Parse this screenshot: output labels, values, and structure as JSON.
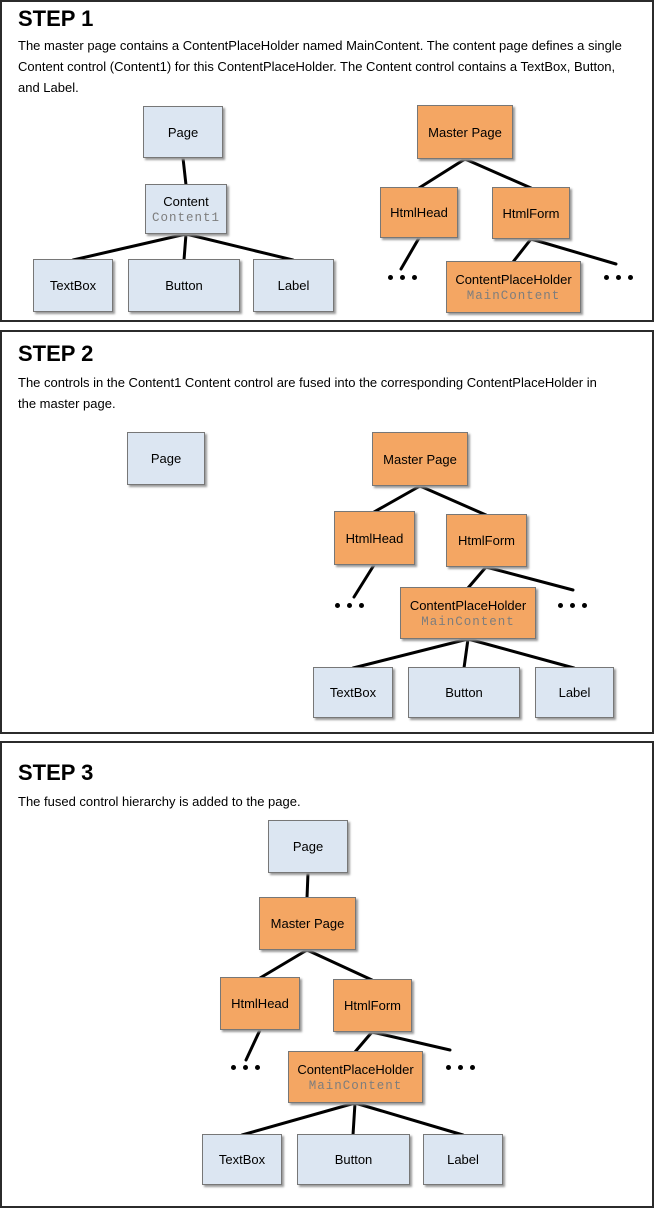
{
  "colors": {
    "content_fill": "#dce6f2",
    "master_fill": "#f4a663",
    "box_border": "#777777",
    "connector": "#000000",
    "code_text": "#7d7d7d"
  },
  "panels": [
    {
      "heading": "STEP 1",
      "description": "The master page contains a ContentPlaceHolder named MainContent. The content page defines a single Content control (Content1) for this ContentPlaceHolder. The Content control contains a TextBox, Button, and Label.",
      "nodes": {
        "page": "Page",
        "content": "Content",
        "content_name": "Content1",
        "textbox": "TextBox",
        "button": "Button",
        "label": "Label",
        "master": "Master Page",
        "htmlhead": "HtmlHead",
        "htmlform": "HtmlForm",
        "cph": "ContentPlaceHolder",
        "cph_name": "MainContent"
      }
    },
    {
      "heading": "STEP 2",
      "description": "The controls in the Content1 Content control are fused into the corresponding ContentPlaceHolder in the master page.",
      "nodes": {
        "page": "Page",
        "master": "Master Page",
        "htmlhead": "HtmlHead",
        "htmlform": "HtmlForm",
        "cph": "ContentPlaceHolder",
        "cph_name": "MainContent",
        "textbox": "TextBox",
        "button": "Button",
        "label": "Label"
      }
    },
    {
      "heading": "STEP 3",
      "description": "The fused control hierarchy is added to the page.",
      "nodes": {
        "page": "Page",
        "master": "Master Page",
        "htmlhead": "HtmlHead",
        "htmlform": "HtmlForm",
        "cph": "ContentPlaceHolder",
        "cph_name": "MainContent",
        "textbox": "TextBox",
        "button": "Button",
        "label": "Label"
      }
    }
  ]
}
